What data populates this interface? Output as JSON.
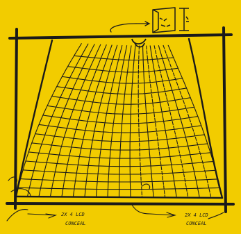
{
  "figure": {
    "background": "#F2CC00",
    "ink": "#1a1a1a",
    "annotations": [
      {
        "id": "left-note",
        "lines": [
          "2X 4 LCD",
          "CONCEAL"
        ]
      },
      {
        "id": "right-note",
        "lines": [
          "2X 4 LCD",
          "CONCEAL"
        ]
      }
    ]
  }
}
